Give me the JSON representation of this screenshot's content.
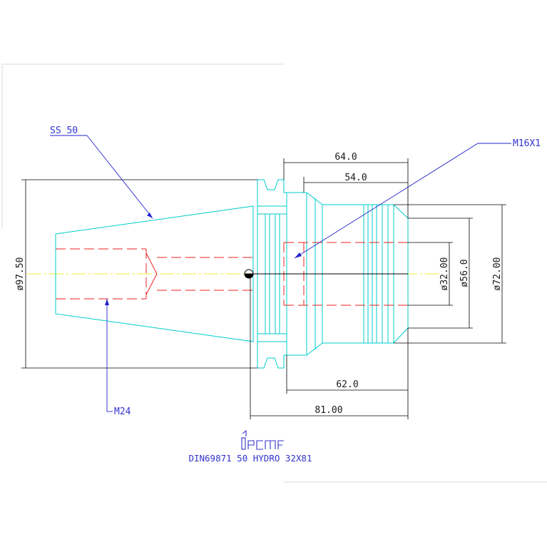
{
  "labels": {
    "taper": "SS 50",
    "thread_main": "M24",
    "thread_side": "M16X1"
  },
  "dimensions": {
    "overall_diameter": "ø97.50",
    "len_64": "64.0",
    "len_54": "54.0",
    "len_62": "62.0",
    "len_81": "81.00",
    "bore_dia": "ø32.00",
    "dia_56": "ø56.0",
    "dia_72": "ø72.00"
  },
  "title_block": {
    "part_name": "DIN69871  50  HYDRO  32X81"
  },
  "colors": {
    "outline": "#00cccc",
    "hidden": "#ee2222",
    "center": "#eeee33",
    "leader": "#2222cc",
    "dimension": "#000000"
  }
}
